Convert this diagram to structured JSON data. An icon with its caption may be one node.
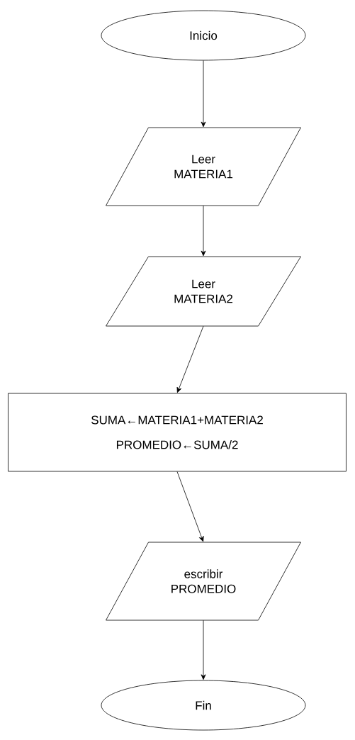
{
  "diagram": {
    "nodes": [
      {
        "text": [
          "Inicio"
        ]
      },
      {
        "text": [
          "Leer MATERIA1"
        ]
      },
      {
        "text": [
          "Leer MATERIA2"
        ]
      },
      {
        "text": [
          "SUMA←MATERIA1+MATERIA2",
          "PROMEDIO←SUMA/2"
        ]
      },
      {
        "text": [
          "escribir PROMEDIO"
        ]
      },
      {
        "text": [
          "Fin"
        ]
      }
    ],
    "edges": [
      {
        "from": 0,
        "to": 1,
        "arrow": "to"
      },
      {
        "from": 1,
        "to": 2,
        "arrow": "to"
      },
      {
        "from": 2,
        "to": 3,
        "arrow": "to"
      },
      {
        "from": 3,
        "to": 4,
        "arrow": "to"
      },
      {
        "from": 4,
        "to": 5,
        "arrow": "to"
      }
    ]
  }
}
